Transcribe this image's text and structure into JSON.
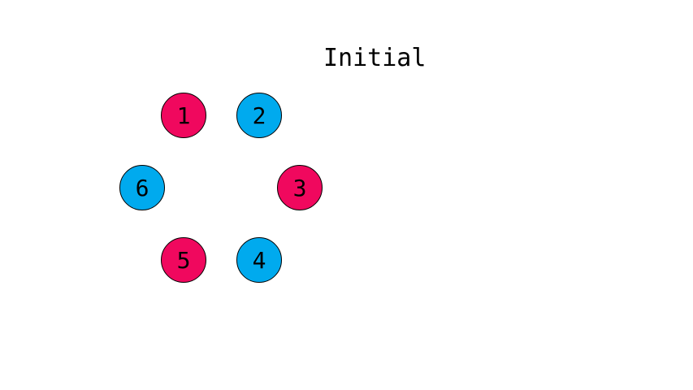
{
  "title": "Initial",
  "colors": {
    "red": "#f0085e",
    "blue": "#00aaee"
  },
  "nodes": [
    {
      "label": "1",
      "color": "red"
    },
    {
      "label": "2",
      "color": "blue"
    },
    {
      "label": "3",
      "color": "red"
    },
    {
      "label": "4",
      "color": "blue"
    },
    {
      "label": "5",
      "color": "red"
    },
    {
      "label": "6",
      "color": "blue"
    }
  ]
}
